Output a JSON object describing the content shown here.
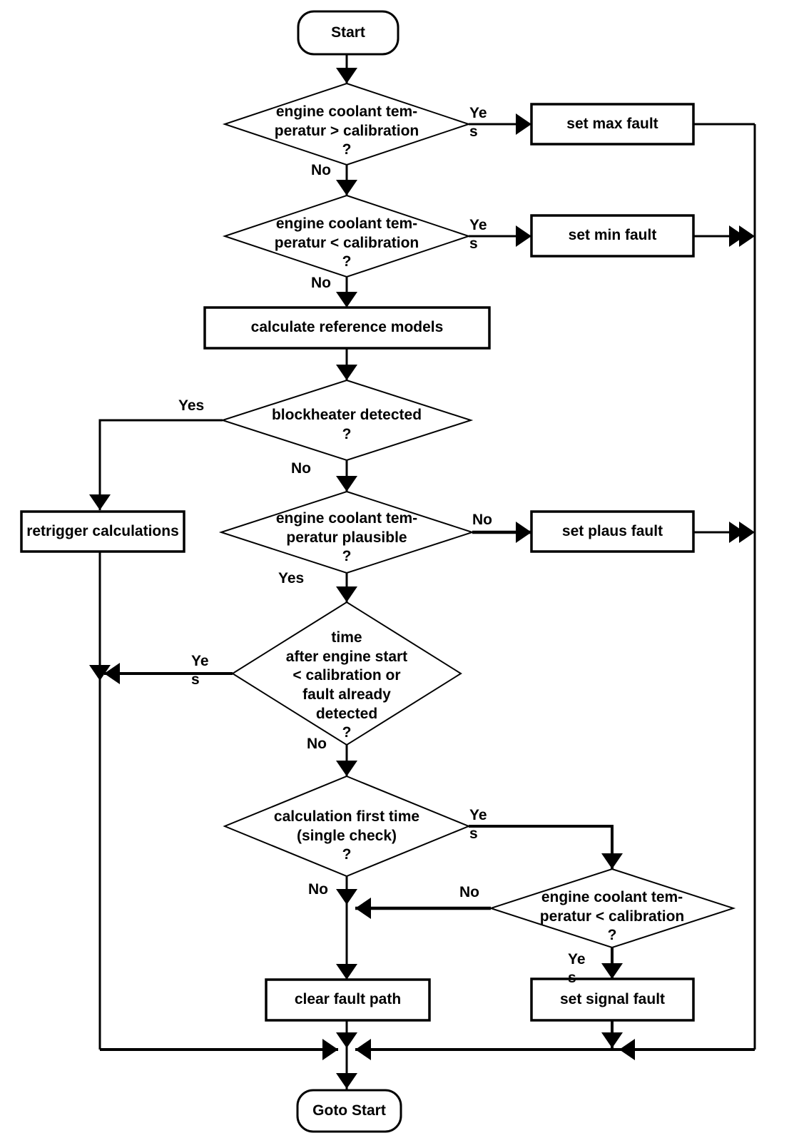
{
  "nodes": {
    "start": "Start",
    "temp_above_calibration": "engine coolant tem-\nperatur > calibration\n?",
    "set_max_fault": "set max fault",
    "temp_below_calibration": "engine coolant tem-\nperatur < calibration\n?",
    "set_min_fault": "set min fault",
    "calculate_reference_models": "calculate reference models",
    "blockheater_detected": "blockheater detected\n?",
    "retrigger_calculations": "retrigger calculations",
    "temp_plausible": "engine coolant tem-\nperatur plausible\n?",
    "set_plaus_fault": "set plaus fault",
    "time_after_engine_start": "time\nafter engine start\n< calibration or\nfault already\ndetected\n?",
    "calculation_first_time": "calculation first time\n(single check)\n?",
    "temp_below_calibration_single": "engine coolant tem-\nperatur < calibration\n?",
    "clear_fault_path": "clear fault path",
    "set_signal_fault": "set signal fault",
    "goto_start": "Goto Start"
  },
  "labels": {
    "yes": "Yes",
    "no": "No",
    "yes_wrapped": "Ye\ns"
  },
  "colors": {
    "ink": "#000000",
    "paper": "#ffffff"
  }
}
